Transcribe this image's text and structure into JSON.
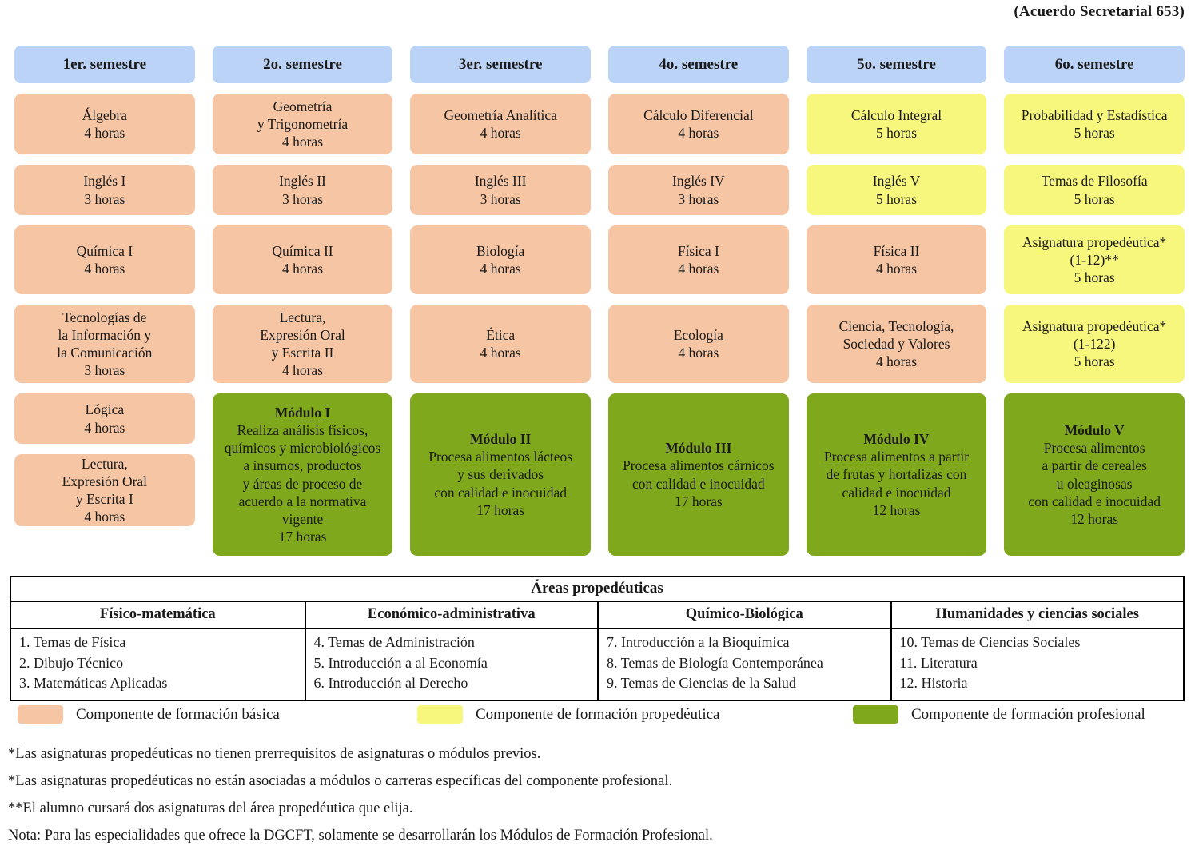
{
  "header": {
    "agreement": "(Acuerdo Secretarial 653)"
  },
  "colors": {
    "basic": "#F5C5A4",
    "propedeutic": "#F7F77E",
    "professional": "#80A81C",
    "semester_header": "#BAD3F7"
  },
  "semesters": [
    {
      "label": "1er. semestre",
      "courses": [
        {
          "lines": [
            "Álgebra",
            "4 horas"
          ],
          "component": "basica",
          "height": "h-r1"
        },
        {
          "lines": [
            "Inglés I",
            "3 horas"
          ],
          "component": "basica",
          "height": "h-r2"
        },
        {
          "lines": [
            "Química I",
            "4 horas"
          ],
          "component": "basica",
          "height": "h-r3"
        },
        {
          "lines": [
            "Tecnologías de",
            "la Información y",
            "la Comunicación",
            "3 horas"
          ],
          "component": "basica",
          "height": "h-r4"
        },
        {
          "lines": [
            "Lógica",
            "4 horas"
          ],
          "component": "basica",
          "height": "h-r5"
        },
        {
          "lines": [
            "Lectura,",
            "Expresión Oral",
            "y Escrita I",
            "4 horas"
          ],
          "component": "basica",
          "height": "h-r6"
        }
      ]
    },
    {
      "label": "2o. semestre",
      "courses": [
        {
          "lines": [
            "Geometría",
            "y Trigonometría",
            "4 horas"
          ],
          "component": "basica",
          "height": "h-r1"
        },
        {
          "lines": [
            "Inglés II",
            "3 horas"
          ],
          "component": "basica",
          "height": "h-r2"
        },
        {
          "lines": [
            "Química II",
            "4 horas"
          ],
          "component": "basica",
          "height": "h-r3"
        },
        {
          "lines": [
            "Lectura,",
            "Expresión Oral",
            "y Escrita II",
            "4 horas"
          ],
          "component": "basica",
          "height": "h-r4"
        },
        {
          "title": "Módulo I",
          "lines": [
            "Realiza análisis físicos,",
            "químicos y microbiológicos",
            "a insumos, productos",
            "y áreas de proceso de",
            "acuerdo a la normativa",
            "vigente",
            "17 horas"
          ],
          "component": "profes",
          "height": "h-mod"
        }
      ]
    },
    {
      "label": "3er. semestre",
      "courses": [
        {
          "lines": [
            "Geometría Analítica",
            "4 horas"
          ],
          "component": "basica",
          "height": "h-r1"
        },
        {
          "lines": [
            "Inglés III",
            "3 horas"
          ],
          "component": "basica",
          "height": "h-r2"
        },
        {
          "lines": [
            "Biología",
            "4 horas"
          ],
          "component": "basica",
          "height": "h-r3"
        },
        {
          "lines": [
            "Ética",
            "4 horas"
          ],
          "component": "basica",
          "height": "h-r4"
        },
        {
          "title": "Módulo II",
          "lines": [
            "Procesa alimentos lácteos",
            "y sus derivados",
            "con calidad e inocuidad",
            "17 horas"
          ],
          "component": "profes",
          "height": "h-mod"
        }
      ]
    },
    {
      "label": "4o. semestre",
      "courses": [
        {
          "lines": [
            "Cálculo Diferencial",
            "4 horas"
          ],
          "component": "basica",
          "height": "h-r1"
        },
        {
          "lines": [
            "Inglés IV",
            "3 horas"
          ],
          "component": "basica",
          "height": "h-r2"
        },
        {
          "lines": [
            "Física I",
            "4 horas"
          ],
          "component": "basica",
          "height": "h-r3"
        },
        {
          "lines": [
            "Ecología",
            "4 horas"
          ],
          "component": "basica",
          "height": "h-r4"
        },
        {
          "title": "Módulo III",
          "lines": [
            "Procesa alimentos cárnicos",
            "con calidad e inocuidad",
            "17 horas"
          ],
          "component": "profes",
          "height": "h-mod"
        }
      ]
    },
    {
      "label": "5o. semestre",
      "courses": [
        {
          "lines": [
            "Cálculo Integral",
            "5 horas"
          ],
          "component": "prope",
          "height": "h-r1"
        },
        {
          "lines": [
            "Inglés V",
            "5 horas"
          ],
          "component": "prope",
          "height": "h-r2"
        },
        {
          "lines": [
            "Física II",
            "4 horas"
          ],
          "component": "basica",
          "height": "h-r3"
        },
        {
          "lines": [
            "Ciencia, Tecnología,",
            "Sociedad y Valores",
            "4 horas"
          ],
          "component": "basica",
          "height": "h-r4"
        },
        {
          "title": "Módulo IV",
          "lines": [
            "Procesa alimentos a partir",
            "de frutas y hortalizas con",
            "calidad e inocuidad",
            "12 horas"
          ],
          "component": "profes",
          "height": "h-mod"
        }
      ]
    },
    {
      "label": "6o. semestre",
      "courses": [
        {
          "lines": [
            "Probabilidad y Estadística",
            "5 horas"
          ],
          "component": "prope",
          "height": "h-r1"
        },
        {
          "lines": [
            "Temas de Filosofía",
            "5 horas"
          ],
          "component": "prope",
          "height": "h-r2"
        },
        {
          "lines": [
            "Asignatura propedéutica*",
            "(1-12)**",
            "5 horas"
          ],
          "component": "prope",
          "height": "h-r3"
        },
        {
          "lines": [
            "Asignatura propedéutica*",
            "(1-122)",
            "5 horas"
          ],
          "component": "prope",
          "height": "h-r4"
        },
        {
          "title": "Módulo V",
          "lines": [
            "Procesa alimentos",
            "a partir de cereales",
            "u oleaginosas",
            "con calidad e inocuidad",
            "12 horas"
          ],
          "component": "profes",
          "height": "h-mod"
        }
      ]
    }
  ],
  "areas": {
    "title": "Áreas propedéuticas",
    "columns": [
      {
        "name": "Físico-matemática",
        "items": [
          "1. Temas de Física",
          "2. Dibujo Técnico",
          "3. Matemáticas Aplicadas"
        ]
      },
      {
        "name": "Económico-administrativa",
        "items": [
          "4. Temas de Administración",
          "5. Introducción a al Economía",
          "6. Introducción al Derecho"
        ]
      },
      {
        "name": "Químico-Biológica",
        "items": [
          "7. Introducción a la Bioquímica",
          "8. Temas de Biología Contemporánea",
          "9. Temas de Ciencias de la Salud"
        ]
      },
      {
        "name": "Humanidades y ciencias sociales",
        "items": [
          "10. Temas de Ciencias Sociales",
          "11. Literatura",
          "12. Historia"
        ]
      }
    ]
  },
  "legend": [
    {
      "label": "Componente de formación básica",
      "color": "#F5C5A4"
    },
    {
      "label": "Componente de formación propedéutica",
      "color": "#F7F77E"
    },
    {
      "label": "Componente de formación profesional",
      "color": "#80A81C"
    }
  ],
  "notes": [
    "*Las asignaturas propedéuticas no tienen prerrequisitos de asignaturas o módulos previos.",
    "*Las asignaturas propedéuticas no están asociadas a módulos o carreras específicas del componente profesional.",
    "**El alumno cursará dos asignaturas del área propedéutica que elija.",
    "Nota: Para las especialidades que ofrece la DGCFT, solamente se desarrollarán los Módulos de Formación Profesional."
  ]
}
